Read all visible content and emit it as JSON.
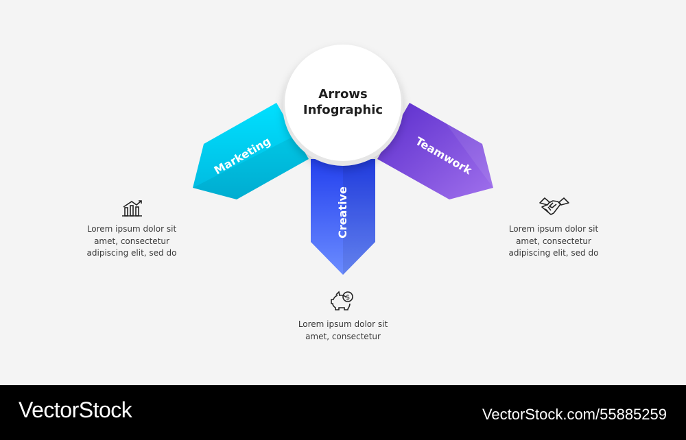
{
  "title": {
    "line1": "Arrows",
    "line2": "Infographic"
  },
  "arrows": [
    {
      "label": "Marketing",
      "color": "#00c8ee",
      "icon": "chart-growth-icon",
      "description": [
        "Lorem ipsum dolor sit",
        "amet, consectetur",
        "adipiscing elit, sed do"
      ]
    },
    {
      "label": "Creative",
      "color": "#4a6cf7",
      "icon": "piggy-bank-icon",
      "description": [
        "Lorem ipsum dolor sit",
        "amet, consectetur"
      ]
    },
    {
      "label": "Teamwork",
      "color": "#7b45dd",
      "icon": "handshake-icon",
      "description": [
        "Lorem ipsum dolor sit",
        "amet, consectetur",
        "adipiscing elit, sed do"
      ]
    }
  ],
  "footer": {
    "brand": "VectorStock",
    "reference": "VectorStock.com/55885259"
  }
}
